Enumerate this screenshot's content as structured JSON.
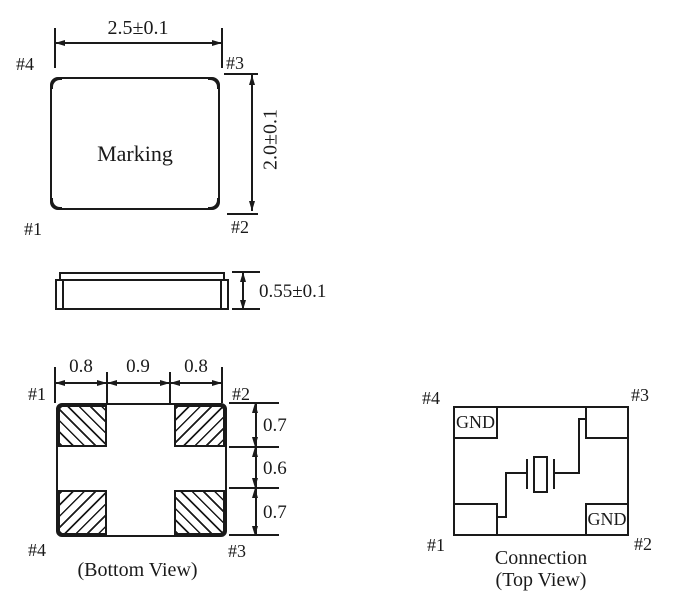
{
  "colors": {
    "line": "#1a1a1a",
    "background": "#ffffff"
  },
  "top_view": {
    "width_dim": "2.5±0.1",
    "height_dim": "2.0±0.1",
    "marking_label": "Marking",
    "pin_top_left": "#4",
    "pin_top_right": "#3",
    "pin_bottom_left": "#1",
    "pin_bottom_right": "#2"
  },
  "side_view": {
    "thickness_dim": "0.55±0.1"
  },
  "bottom_view": {
    "caption": "(Bottom View)",
    "pad_width_dims": [
      "0.8",
      "0.9",
      "0.8"
    ],
    "pad_height_dims": [
      "0.7",
      "0.6",
      "0.7"
    ],
    "pin_top_left": "#1",
    "pin_top_right": "#2",
    "pin_bottom_left": "#4",
    "pin_bottom_right": "#3"
  },
  "connection_view": {
    "caption_line1": "Connection",
    "caption_line2": "(Top View)",
    "pin_top_left": "#4",
    "pin_top_right": "#3",
    "pin_bottom_left": "#1",
    "pin_bottom_right": "#2",
    "gnd_label_top_left": "GND",
    "gnd_label_bottom_right": "GND"
  }
}
